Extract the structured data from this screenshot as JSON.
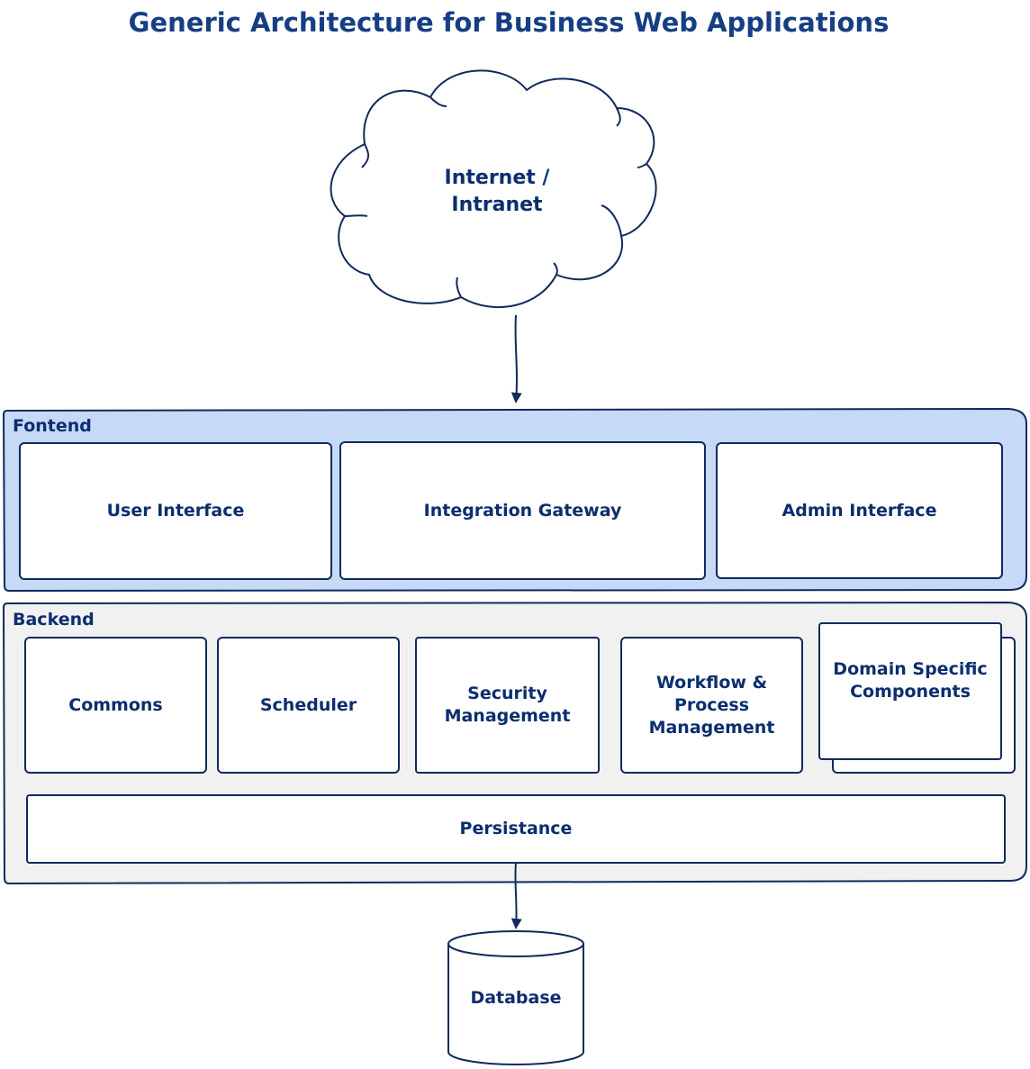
{
  "title": "Generic Architecture for Business Web Applications",
  "cloud": {
    "label_line1": "Internet /",
    "label_line2": "Intranet"
  },
  "frontend": {
    "label": "Fontend",
    "components": [
      "User Interface",
      "Integration Gateway",
      "Admin Interface"
    ]
  },
  "backend": {
    "label": "Backend",
    "components": {
      "commons": "Commons",
      "scheduler": "Scheduler",
      "security": [
        "Security",
        "Management"
      ],
      "workflow": [
        "Workflow &",
        "Process",
        "Management"
      ],
      "domain": [
        "Domain Specific",
        "Components"
      ]
    },
    "persistance": "Persistance"
  },
  "database": {
    "label": "Database"
  },
  "colors": {
    "stroke": "#102a5c",
    "frontend_fill": "#c6d9f7",
    "backend_fill": "#f1f1f1",
    "text": "#0b2e6e",
    "title": "#163e84"
  }
}
